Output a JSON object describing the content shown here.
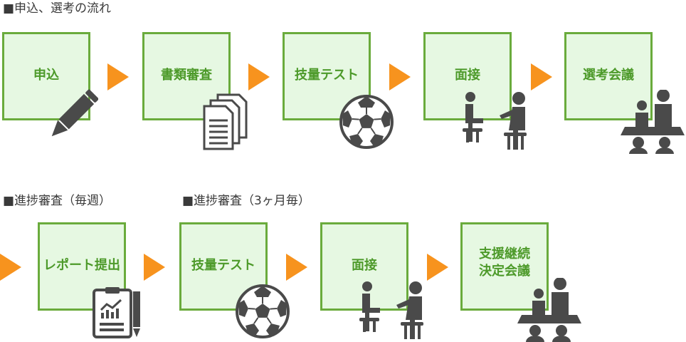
{
  "sections": {
    "selection_heading": "■申込、選考の流れ",
    "progress_weekly_heading": "■進捗審査（毎週）",
    "progress_3month_heading": "■進捗審査（3ヶ月毎）"
  },
  "flow1": [
    {
      "label": "申込",
      "icon": "pencil-icon"
    },
    {
      "label": "書類審査",
      "icon": "documents-icon"
    },
    {
      "label": "技量テスト",
      "icon": "soccer-ball-icon"
    },
    {
      "label": "面接",
      "icon": "interview-icon"
    },
    {
      "label": "選考会議",
      "icon": "meeting-icon"
    }
  ],
  "flow2": [
    {
      "label": "レポート提出",
      "icon": "clipboard-report-icon"
    },
    {
      "label": "技量テスト",
      "icon": "soccer-ball-icon"
    },
    {
      "label": "面接",
      "icon": "interview-icon"
    },
    {
      "label_line1": "支援継続",
      "label_line2": "決定会議",
      "icon": "meeting-icon"
    }
  ],
  "colors": {
    "box_fill": "#e6f8e2",
    "box_border": "#6aab3c",
    "label_text": "#4d9a2a",
    "arrow": "#f7931e",
    "icon": "#4a4a4a"
  }
}
